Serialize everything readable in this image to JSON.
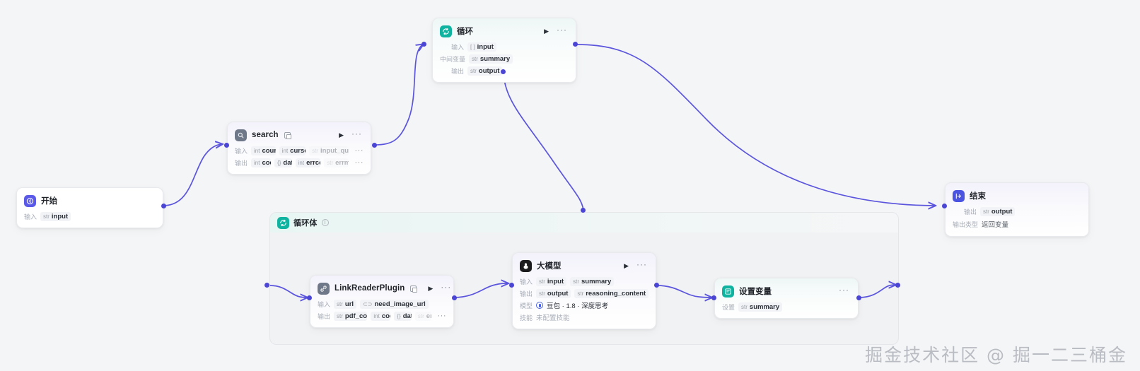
{
  "canvas": {
    "background": "#f4f5f7",
    "edge_color": "#5b55dd",
    "port_color": "#4b45d6"
  },
  "watermark": {
    "text": "掘金技术社区 @ 掘一二三桶金"
  },
  "loop_body": {
    "title": "循环体",
    "icon": "loop-icon",
    "info_icon": "info-icon"
  },
  "nodes": {
    "start": {
      "title": "开始",
      "icon": "start-arrow-icon",
      "rows": [
        {
          "label": "输入",
          "tags": [
            {
              "type": "str",
              "name": "input"
            }
          ]
        }
      ]
    },
    "search": {
      "title": "search",
      "icon": "plugin-search-icon",
      "copy_badge": "duplicate-icon",
      "run_label": "▶",
      "more_label": "···",
      "rows": [
        {
          "label": "输入",
          "tags": [
            {
              "type": "int",
              "name": "count"
            },
            {
              "type": "int",
              "name": "cursor"
            },
            {
              "type": "str",
              "name": "input_query"
            }
          ],
          "overflow": "···"
        },
        {
          "label": "输出",
          "tags": [
            {
              "type": "int",
              "name": "code"
            },
            {
              "type": "{}",
              "name": "data"
            },
            {
              "type": "int",
              "name": "errcode"
            },
            {
              "type": "str",
              "name": "errmsg"
            }
          ],
          "overflow": "···"
        }
      ]
    },
    "loop": {
      "title": "循环",
      "icon": "loop-icon",
      "run_label": "▶",
      "more_label": "···",
      "rows": [
        {
          "label": "输入",
          "tags": [
            {
              "type": "[ ]",
              "name": "input"
            }
          ]
        },
        {
          "label": "中间变量",
          "tags": [
            {
              "type": "str",
              "name": "summary"
            }
          ]
        },
        {
          "label": "输出",
          "tags": [
            {
              "type": "str",
              "name": "output"
            }
          ]
        }
      ]
    },
    "link_reader": {
      "title": "LinkReaderPlugin",
      "icon": "plugin-link-icon",
      "copy_badge": "duplicate-icon",
      "run_label": "▶",
      "more_label": "···",
      "rows": [
        {
          "label": "输入",
          "tags": [
            {
              "type": "str",
              "name": "url"
            },
            {
              "type": "⊂⊃",
              "name": "need_image_url"
            }
          ]
        },
        {
          "label": "输出",
          "tags": [
            {
              "type": "str",
              "name": "pdf_content"
            },
            {
              "type": "int",
              "name": "code"
            },
            {
              "type": "{}",
              "name": "data"
            },
            {
              "type": "str",
              "name": "err"
            }
          ],
          "overflow": "···"
        }
      ]
    },
    "llm": {
      "title": "大模型",
      "icon": "llm-icon",
      "run_label": "▶",
      "more_label": "···",
      "rows": [
        {
          "label": "输入",
          "tags": [
            {
              "type": "str",
              "name": "input"
            },
            {
              "type": "str",
              "name": "summary"
            }
          ]
        },
        {
          "label": "输出",
          "tags": [
            {
              "type": "str",
              "name": "output"
            },
            {
              "type": "str",
              "name": "reasoning_content"
            }
          ]
        }
      ],
      "model_label": "模型",
      "model_value": "豆包 · 1.8 · 深度思考",
      "skill_label": "技能",
      "skill_value": "未配置技能"
    },
    "set_variable": {
      "title": "设置变量",
      "icon": "set-variable-icon",
      "more_label": "···",
      "rows": [
        {
          "label": "设置",
          "tags": [
            {
              "type": "str",
              "name": "summary"
            }
          ]
        }
      ]
    },
    "end": {
      "title": "结束",
      "icon": "end-arrow-icon",
      "rows": [
        {
          "label": "输出",
          "tags": [
            {
              "type": "str",
              "name": "output"
            }
          ]
        },
        {
          "label": "输出类型",
          "tags": [
            {
              "type": "",
              "name": "返回变量",
              "plain": true
            }
          ]
        }
      ]
    }
  }
}
